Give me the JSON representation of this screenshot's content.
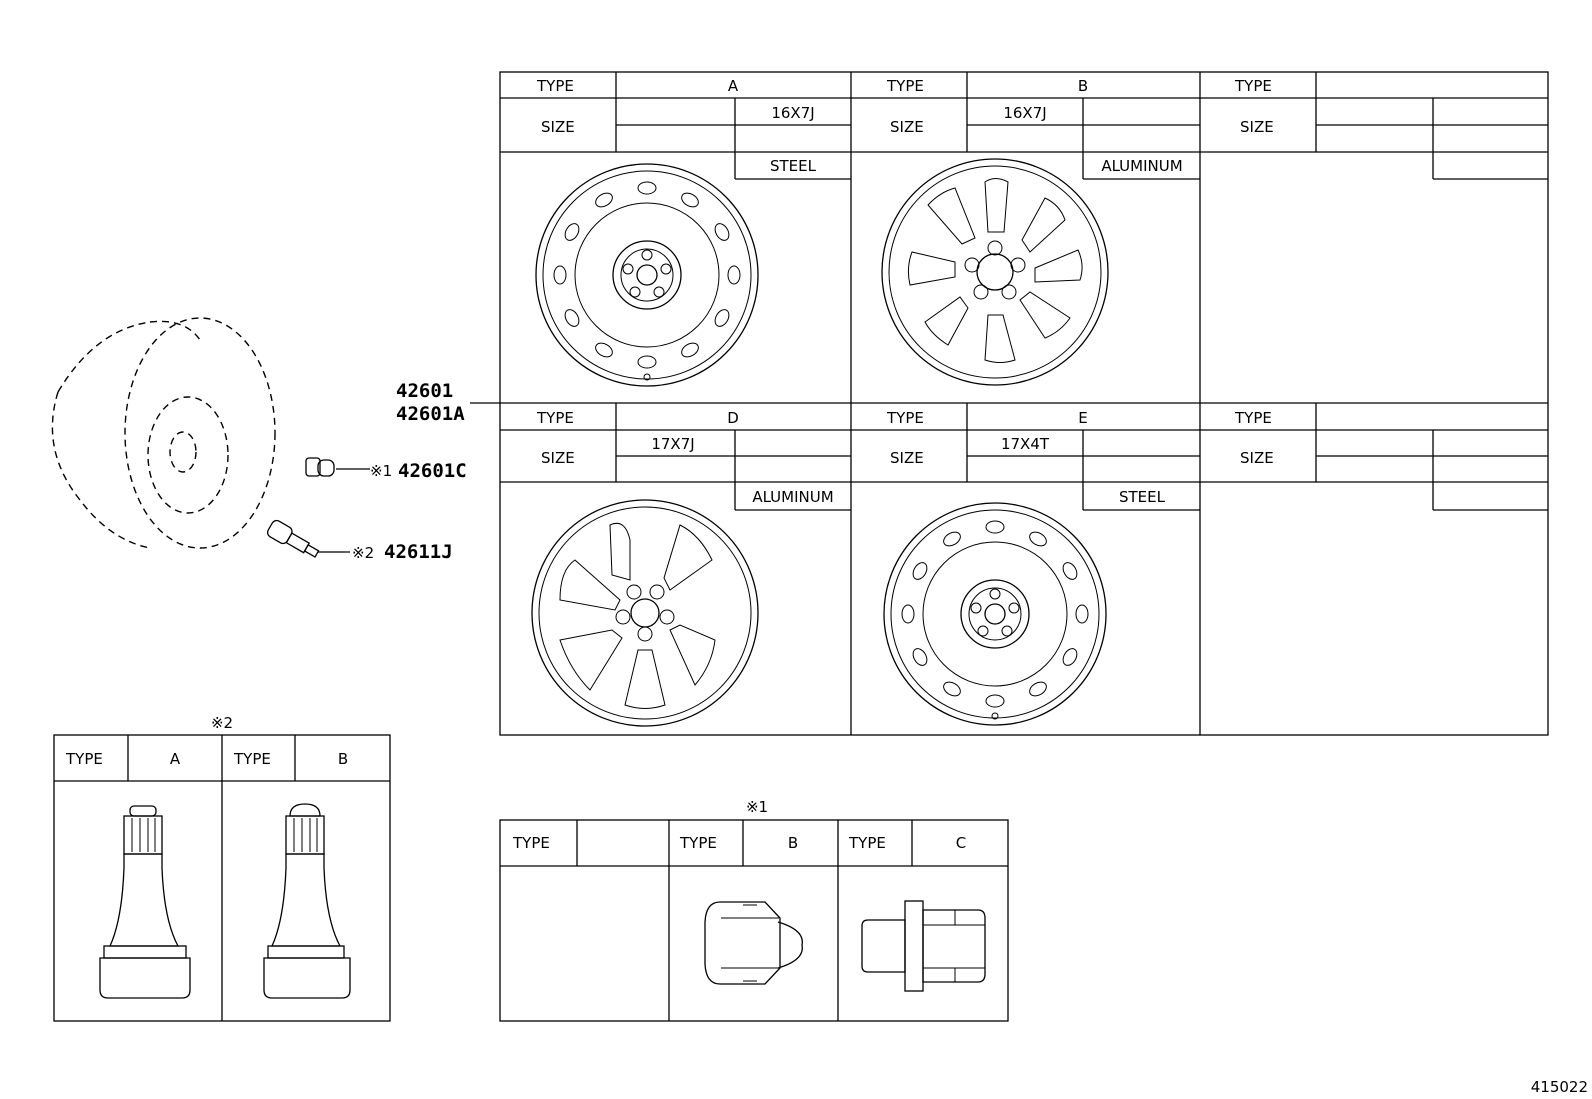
{
  "wheel_table": {
    "type_label": "TYPE",
    "size_label": "SIZE",
    "cells": [
      {
        "type": "A",
        "size": "16X7J",
        "material": "STEEL"
      },
      {
        "type": "B",
        "size": "16X7J",
        "material": "ALUMINUM"
      },
      {
        "type": "",
        "size": "",
        "material": ""
      },
      {
        "type": "D",
        "size": "17X7J",
        "material": "ALUMINUM"
      },
      {
        "type": "E",
        "size": "17X4T",
        "material": "STEEL"
      },
      {
        "type": "",
        "size": "",
        "material": ""
      }
    ]
  },
  "callouts": {
    "wheel_part_1": "42601",
    "wheel_part_2": "42601A",
    "nut_mark": "※1",
    "nut_part": "42601C",
    "valve_mark": "※2",
    "valve_part": "42611J"
  },
  "valve_table": {
    "mark": "※2",
    "type_label": "TYPE",
    "cells": [
      {
        "type": "A"
      },
      {
        "type": "B"
      }
    ]
  },
  "nut_table": {
    "mark": "※1",
    "type_label": "TYPE",
    "cells": [
      {
        "type": ""
      },
      {
        "type": "B"
      },
      {
        "type": "C"
      }
    ]
  },
  "diagram_id": "415022"
}
